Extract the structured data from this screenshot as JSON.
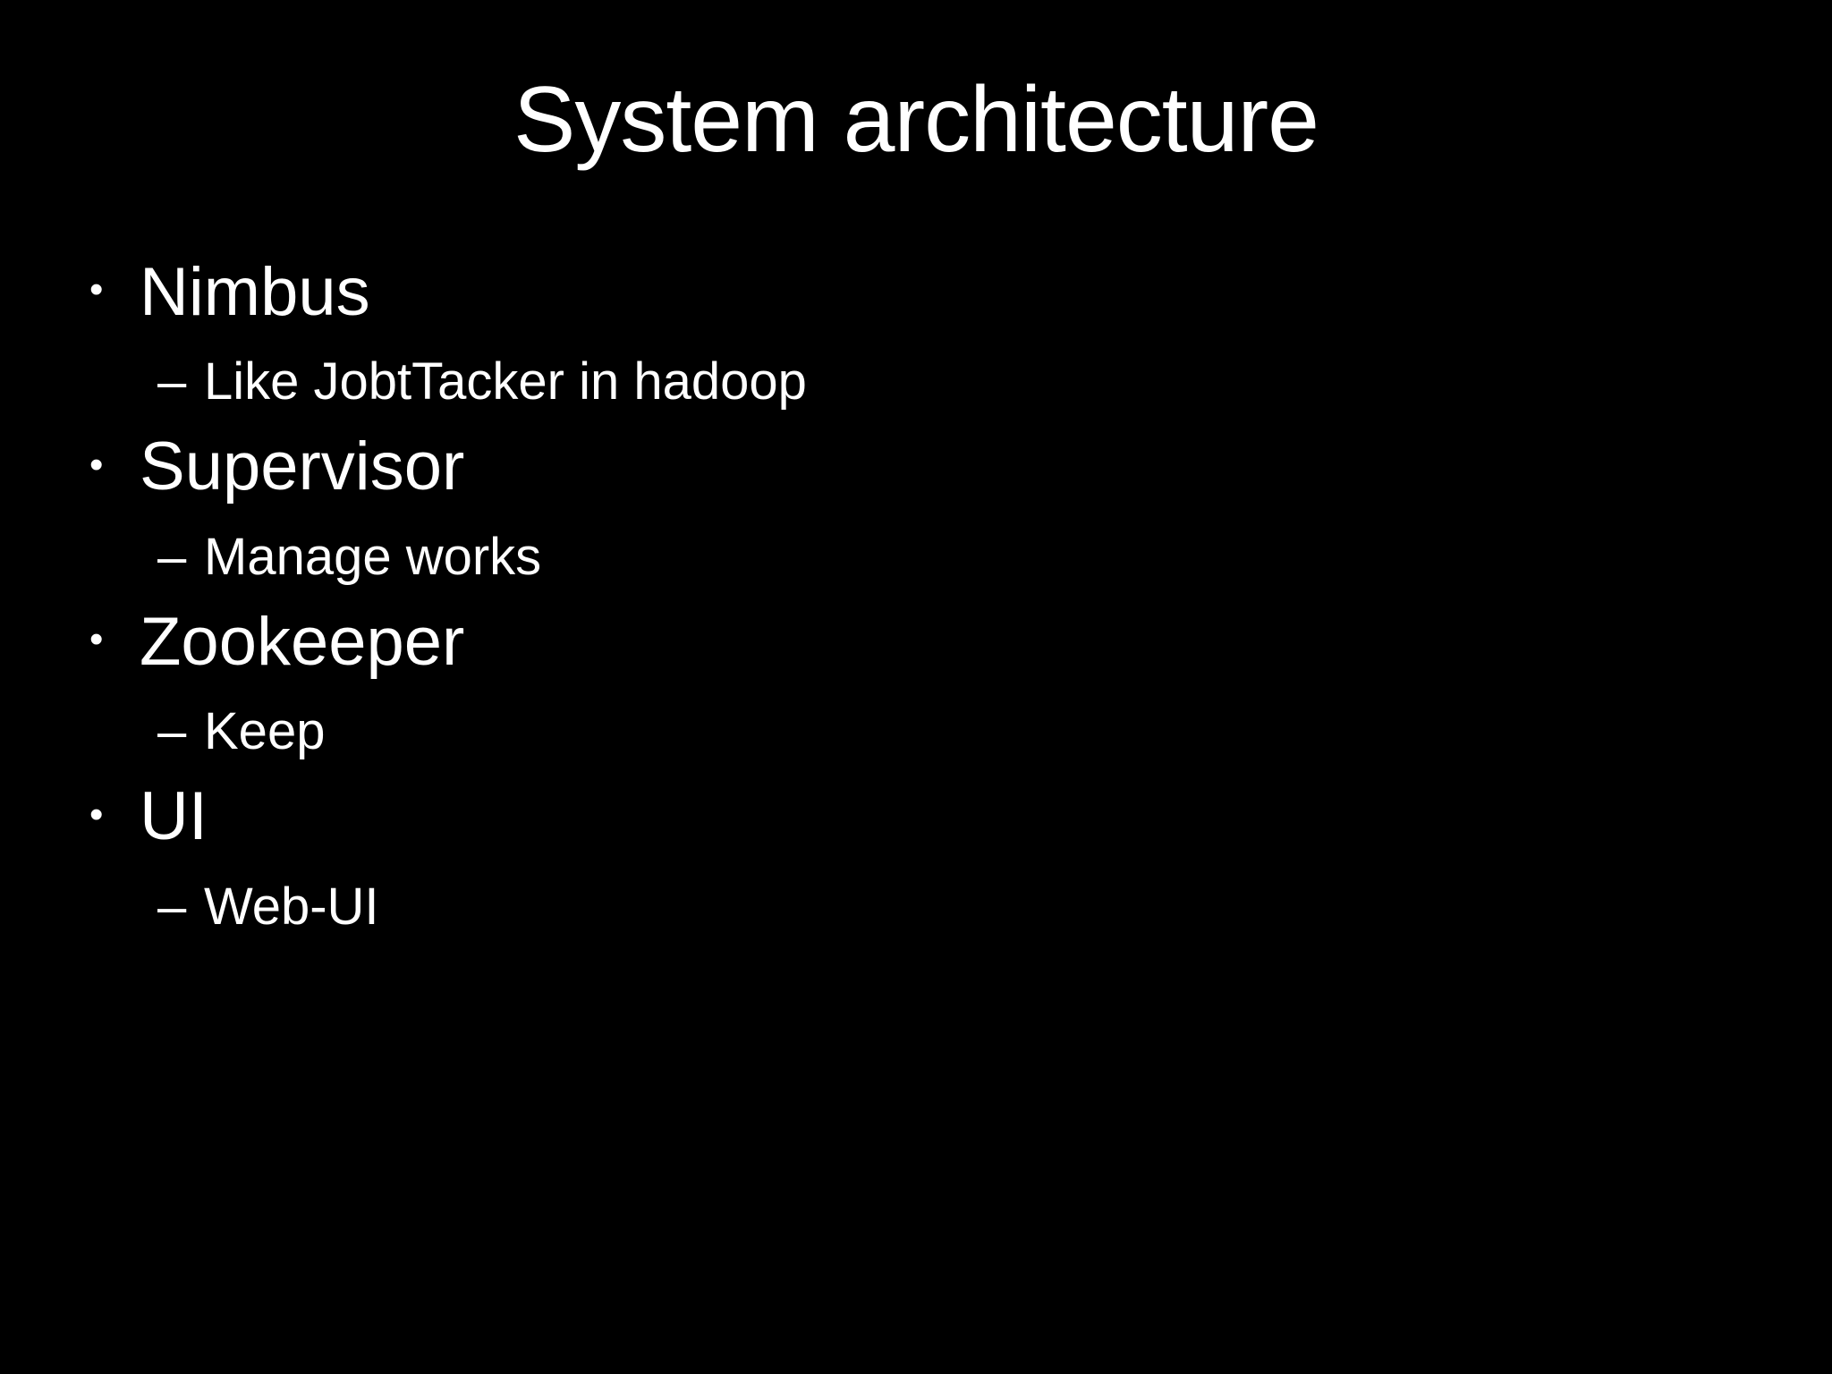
{
  "slide": {
    "title": "System architecture",
    "bullet_char": "•",
    "dash_char": "–",
    "colors": {
      "background": "#000000",
      "text": "#FFFFFF"
    },
    "bullets": [
      {
        "label": "Nimbus",
        "sub": [
          "Like JobtTacker in hadoop"
        ]
      },
      {
        "label": "Supervisor",
        "sub": [
          "Manage works"
        ]
      },
      {
        "label": "Zookeeper",
        "sub": [
          "Keep"
        ]
      },
      {
        "label": "UI",
        "sub": [
          "Web-UI"
        ]
      }
    ]
  }
}
